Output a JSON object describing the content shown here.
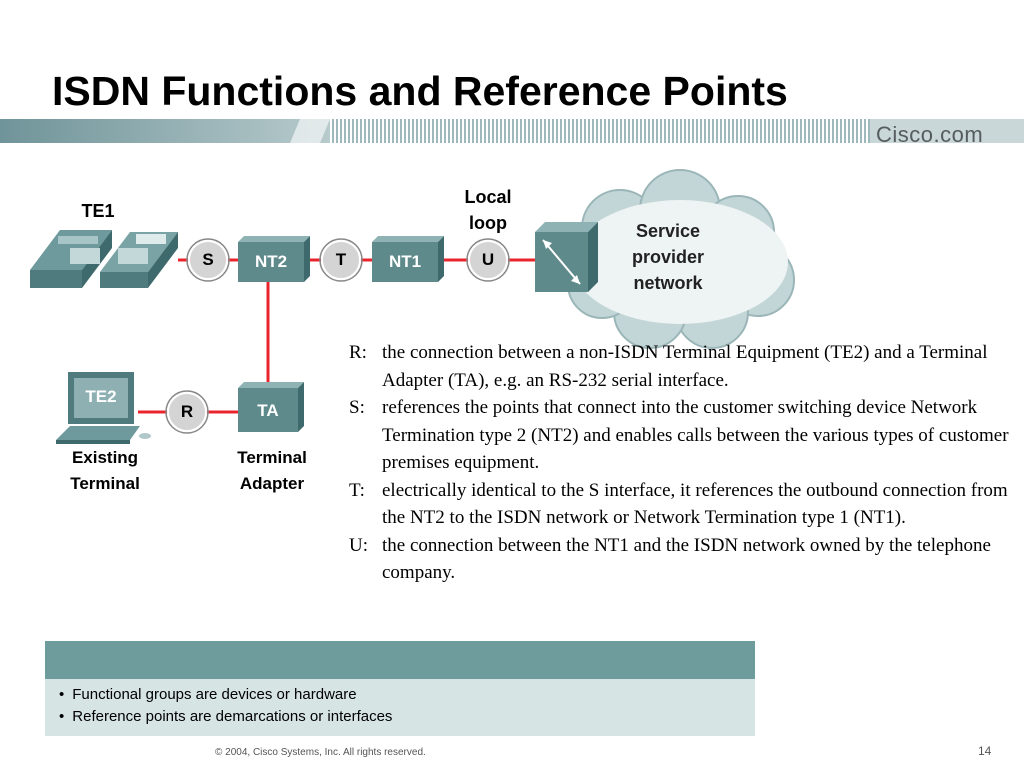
{
  "title": "ISDN Functions and Reference Points",
  "brand": "Cisco.com",
  "diagram": {
    "te1_label": "TE1",
    "local_loop": "Local loop",
    "s": "S",
    "t": "T",
    "u": "U",
    "r": "R",
    "nt2": "NT2",
    "nt1": "NT1",
    "ta": "TA",
    "te2": "TE2",
    "existing_terminal": "Existing Terminal",
    "terminal_adapter": "Terminal Adapter",
    "cloud": "Service provider network"
  },
  "definitions": [
    {
      "key": "R:",
      "text": "the connection between a non-ISDN Terminal Equipment (TE2) and a Terminal Adapter (TA), e.g. an RS-232 serial interface."
    },
    {
      "key": "S:",
      "text": "references the points that connect into the customer switching device Network Termination type 2 (NT2) and enables calls between the various types of customer premises equipment."
    },
    {
      "key": "T:",
      "text": "electrically identical to the S interface, it references the outbound connection from the NT2 to the ISDN network or Network Termination type 1 (NT1)."
    },
    {
      "key": "U:",
      "text": "the connection between the NT1 and the ISDN network owned by the telephone company."
    }
  ],
  "bullets": [
    "Functional groups are devices or hardware",
    "Reference points are demarcations or interfaces"
  ],
  "footer": "© 2004, Cisco Systems, Inc. All rights reserved.",
  "page_number": "14",
  "colors": {
    "link": "#e8252d",
    "box": "#5f8a8b",
    "panel_head": "#6e9c9c",
    "panel_body": "#d7e4e4"
  }
}
